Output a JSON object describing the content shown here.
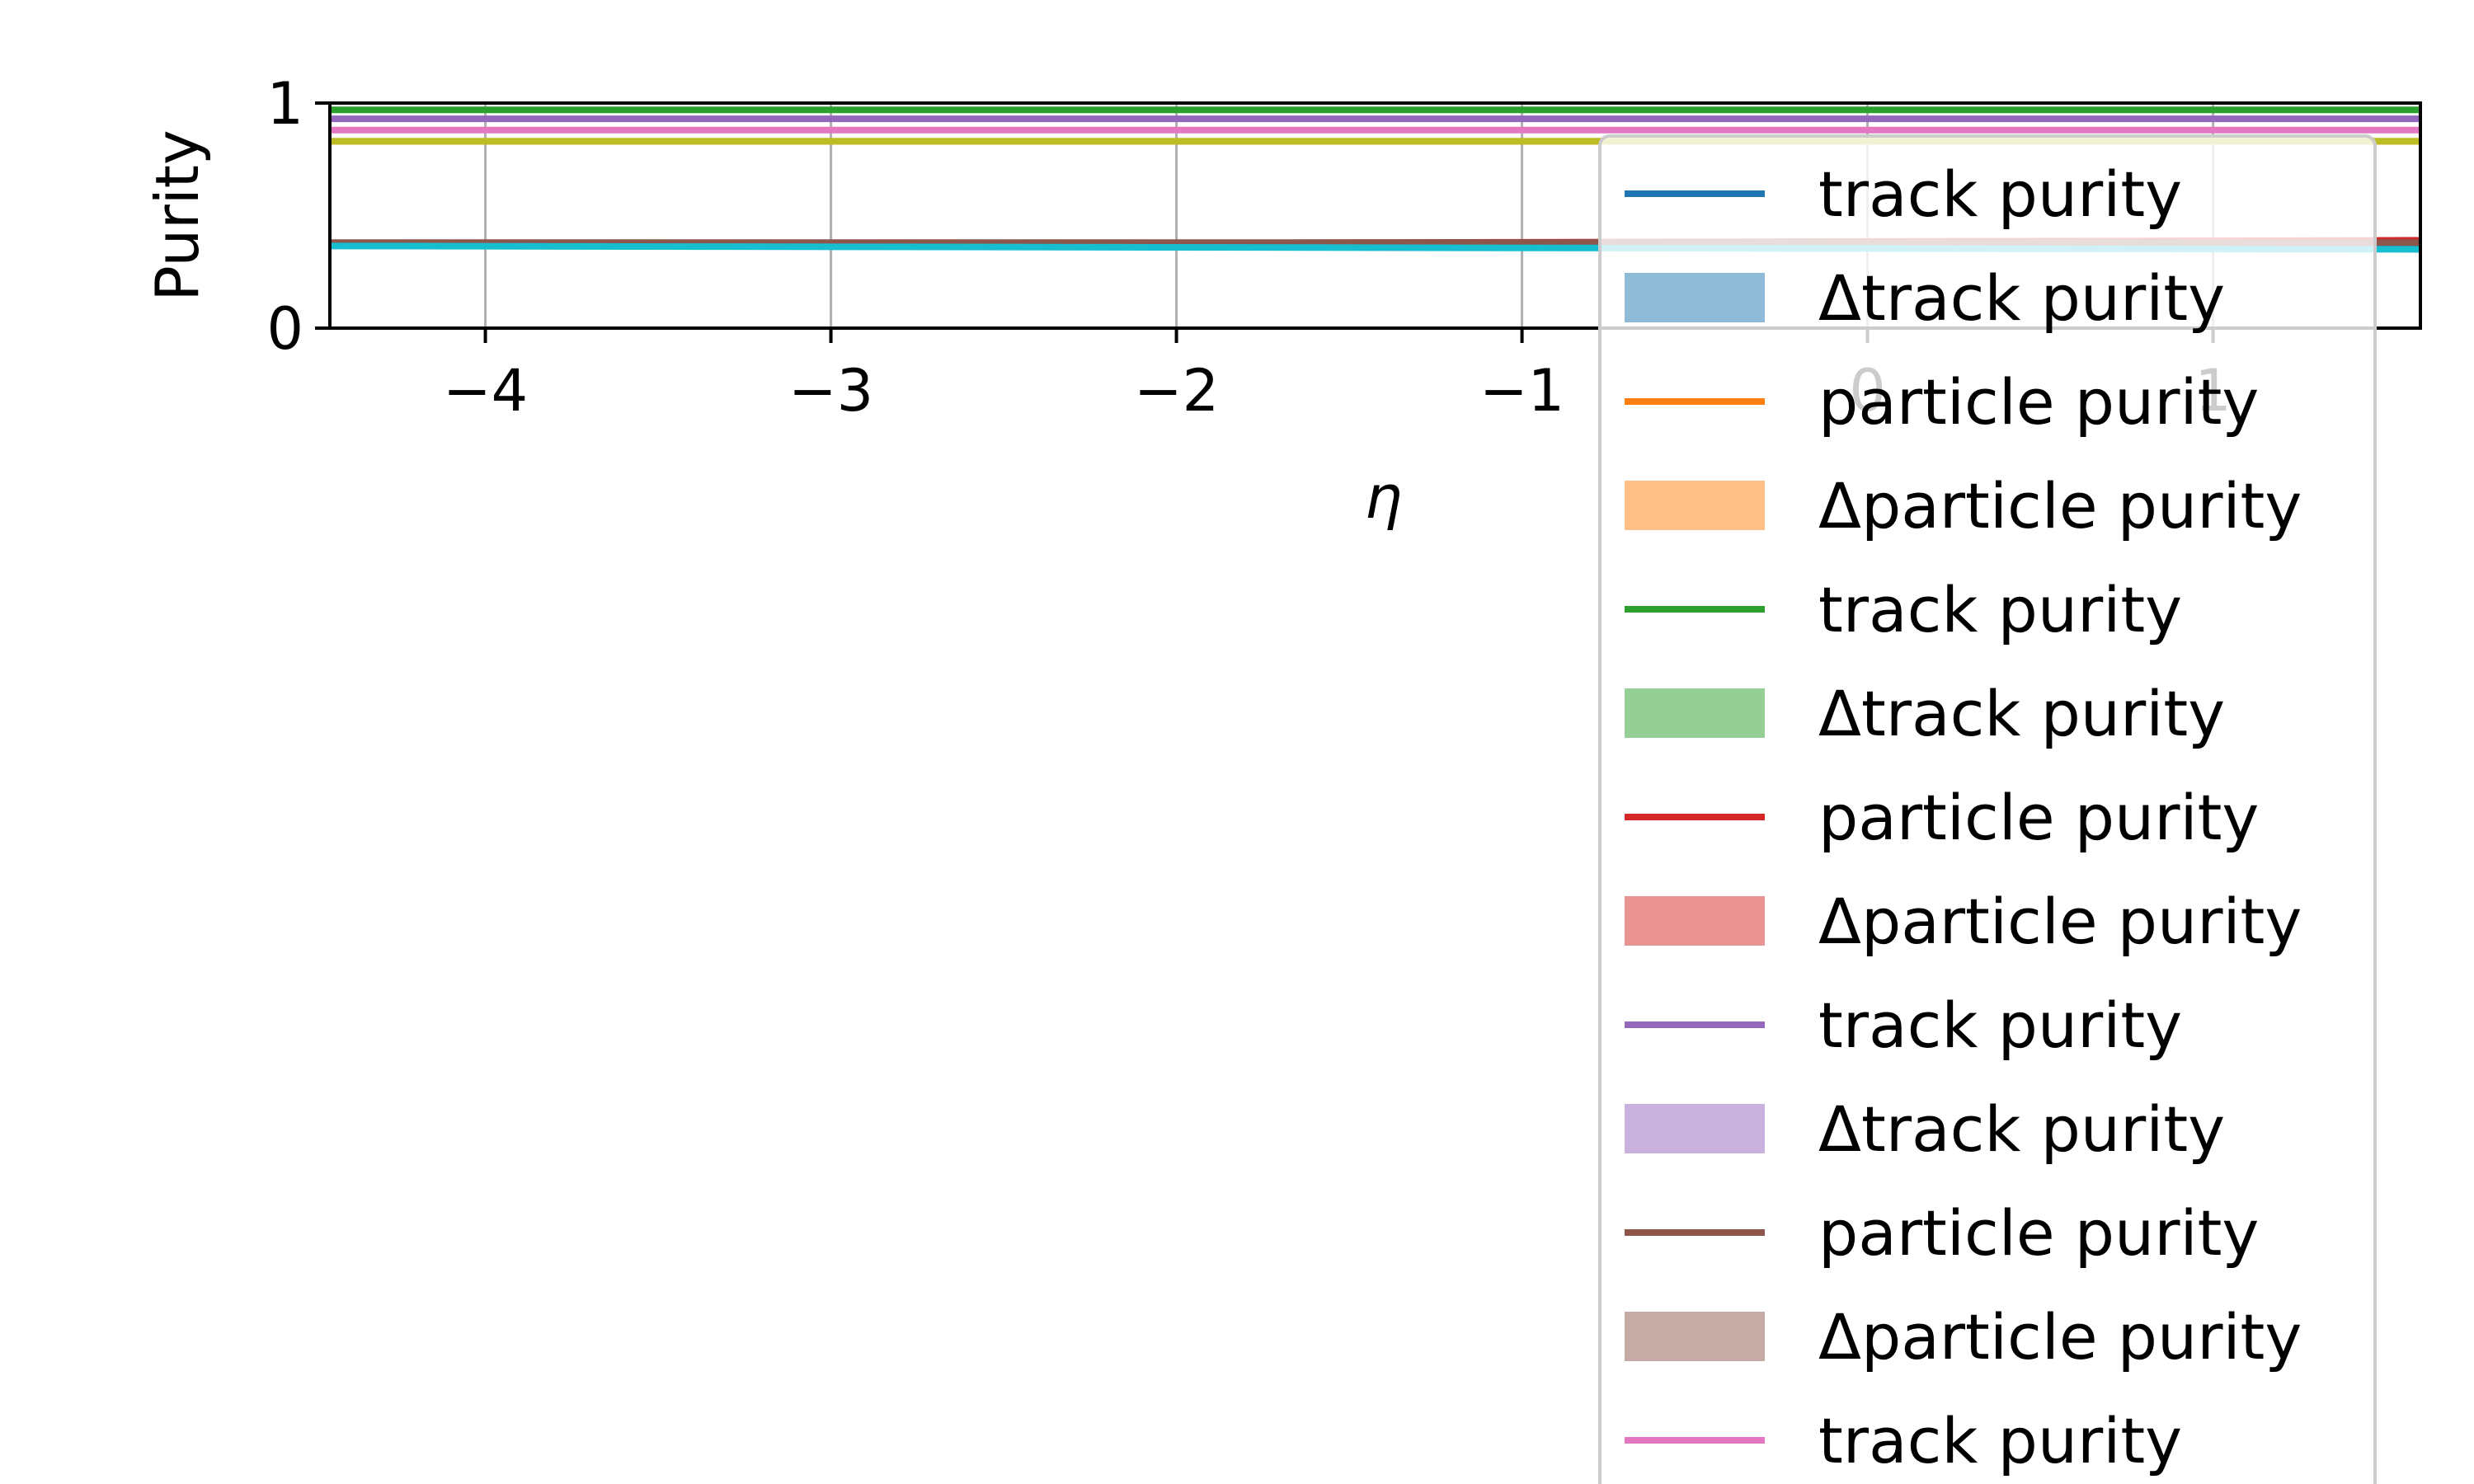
{
  "chart_data": {
    "type": "line",
    "title": "",
    "xlabel": "η",
    "ylabel": "Purity",
    "xlim": [
      -4.45,
      1.6
    ],
    "ylim": [
      0,
      1
    ],
    "xticks": [
      -4,
      -3,
      -2,
      -1,
      0,
      1
    ],
    "xtick_labels": [
      "−4",
      "−3",
      "−2",
      "−1",
      "0",
      "1"
    ],
    "yticks": [
      0,
      1
    ],
    "ytick_labels": [
      "0",
      "1"
    ],
    "grid": "x",
    "legend_placement": "upper right (extends below axes)",
    "series": [
      {
        "name": "track purity",
        "kind": "line",
        "color": "#1f77b4",
        "x": [
          -4.45,
          1.6
        ],
        "y": [
          0.37,
          0.37
        ]
      },
      {
        "name": "Δtrack purity",
        "kind": "band",
        "color": "#1f77b4",
        "x": [
          -4.45,
          1.6
        ],
        "y_low": [
          0.36,
          0.36
        ],
        "y_high": [
          0.38,
          0.38
        ]
      },
      {
        "name": "particle purity",
        "kind": "line",
        "color": "#ff7f0e",
        "x": [
          -4.45,
          1.6
        ],
        "y": [
          0.83,
          0.83
        ]
      },
      {
        "name": "Δparticle purity",
        "kind": "band",
        "color": "#ff7f0e",
        "x": [
          -4.45,
          1.6
        ],
        "y_low": [
          0.82,
          0.82
        ],
        "y_high": [
          0.84,
          0.84
        ]
      },
      {
        "name": "track purity",
        "kind": "line",
        "color": "#2ca02c",
        "x": [
          -4.45,
          1.6
        ],
        "y": [
          0.97,
          0.97
        ]
      },
      {
        "name": "Δtrack purity",
        "kind": "band",
        "color": "#2ca02c",
        "x": [
          -4.45,
          1.6
        ],
        "y_low": [
          0.96,
          0.96
        ],
        "y_high": [
          0.98,
          0.98
        ]
      },
      {
        "name": "particle purity",
        "kind": "line",
        "color": "#d62728",
        "x": [
          -4.45,
          1.6
        ],
        "y": [
          0.37,
          0.39
        ]
      },
      {
        "name": "Δparticle purity",
        "kind": "band",
        "color": "#d62728",
        "x": [
          -4.45,
          1.6
        ],
        "y_low": [
          0.36,
          0.38
        ],
        "y_high": [
          0.38,
          0.4
        ]
      },
      {
        "name": "track purity",
        "kind": "line",
        "color": "#9467bd",
        "x": [
          -4.45,
          1.6
        ],
        "y": [
          0.93,
          0.93
        ]
      },
      {
        "name": "Δtrack purity",
        "kind": "band",
        "color": "#9467bd",
        "x": [
          -4.45,
          1.6
        ],
        "y_low": [
          0.92,
          0.92
        ],
        "y_high": [
          0.94,
          0.94
        ]
      },
      {
        "name": "particle purity",
        "kind": "line",
        "color": "#8c564b",
        "x": [
          -4.45,
          1.6
        ],
        "y": [
          0.38,
          0.38
        ]
      },
      {
        "name": "Δparticle purity",
        "kind": "band",
        "color": "#8c564b",
        "x": [
          -4.45,
          1.6
        ],
        "y_low": [
          0.37,
          0.37
        ],
        "y_high": [
          0.39,
          0.39
        ]
      },
      {
        "name": "track purity",
        "kind": "line",
        "color": "#e377c2",
        "x": [
          -4.45,
          1.6
        ],
        "y": [
          0.88,
          0.88
        ]
      },
      {
        "name": "",
        "kind": "line",
        "color": "#bcbd22",
        "x": [
          -4.45,
          1.6
        ],
        "y": [
          0.83,
          0.83
        ]
      },
      {
        "name": "",
        "kind": "line",
        "color": "#17becf",
        "x": [
          -4.45,
          1.6
        ],
        "y": [
          0.365,
          0.35
        ]
      }
    ]
  }
}
